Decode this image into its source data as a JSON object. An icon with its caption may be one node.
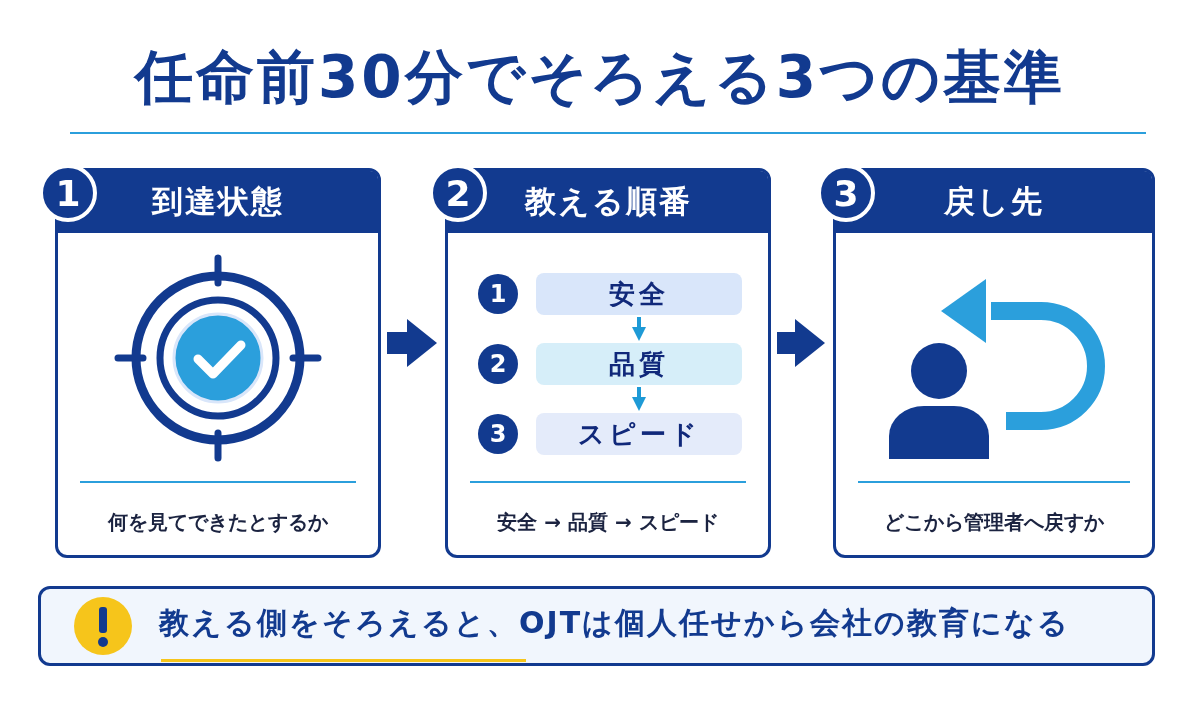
{
  "diagram": {
    "title": "任命前30分でそろえる3つの基準",
    "nodes": [
      {
        "text": [
          "1",
          "到達状態",
          "何を見てできたとするか"
        ]
      },
      {
        "text": [
          "2",
          "教える順番",
          "安全 → 品質 → スピード"
        ]
      },
      {
        "text": [
          "安全"
        ],
        "in": 1,
        "beside": [
          "1"
        ]
      },
      {
        "text": [
          "品質"
        ],
        "in": 1,
        "beside": [
          "2"
        ]
      },
      {
        "text": [
          "スピード"
        ],
        "in": 1,
        "beside": [
          "3"
        ]
      },
      {
        "text": [
          "3",
          "戻し先",
          "どこから管理者へ戻すか"
        ]
      },
      {
        "text": [
          "教える側をそろえると、OJTは個人任せから会社の教育になる"
        ]
      }
    ],
    "edges": [
      {
        "from": 0,
        "to": 1,
        "arrow": "to",
        "style": "thick"
      },
      {
        "from": 2,
        "to": 3,
        "arrow": "to",
        "color": "#1e9ad6"
      },
      {
        "from": 3,
        "to": 4,
        "arrow": "to",
        "color": "#1e9ad6"
      },
      {
        "from": 1,
        "to": 5,
        "arrow": "to",
        "style": "thick"
      }
    ]
  }
}
